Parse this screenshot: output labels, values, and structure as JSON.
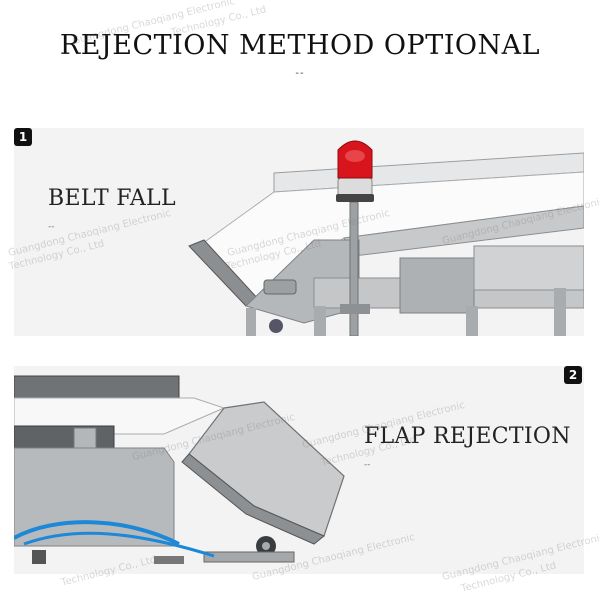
{
  "header": {
    "title": "REJECTION METHOD OPTIONAL",
    "dash": "--"
  },
  "panels": [
    {
      "badge": "1",
      "label": "BELT FALL",
      "dash": "--"
    },
    {
      "badge": "2",
      "label": "FLAP REJECTION",
      "dash": "--"
    }
  ],
  "watermark": {
    "line1": "Guangdong Chaoqiang Electronic",
    "line2": "Technology Co., Ltd"
  },
  "colors": {
    "beacon": "#d8141c",
    "steel": "#b9bcbf",
    "belt": "#fbfbfb",
    "hose": "#1e88d8"
  }
}
